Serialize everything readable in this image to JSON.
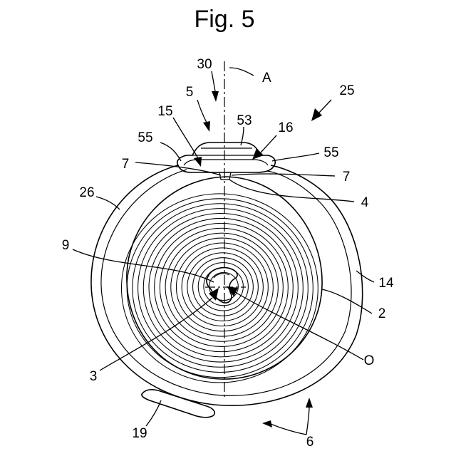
{
  "figure": {
    "title": "Fig. 5",
    "labels": {
      "l30": "30",
      "lA": "A",
      "l5": "5",
      "l25": "25",
      "l15": "15",
      "l53": "53",
      "l16": "16",
      "l55_left": "55",
      "l55_right": "55",
      "l7_left": "7",
      "l7_right": "7",
      "l4": "4",
      "l26": "26",
      "l9": "9",
      "l14": "14",
      "l2": "2",
      "l3": "3",
      "lO": "O",
      "l19": "19",
      "l6": "6"
    }
  }
}
